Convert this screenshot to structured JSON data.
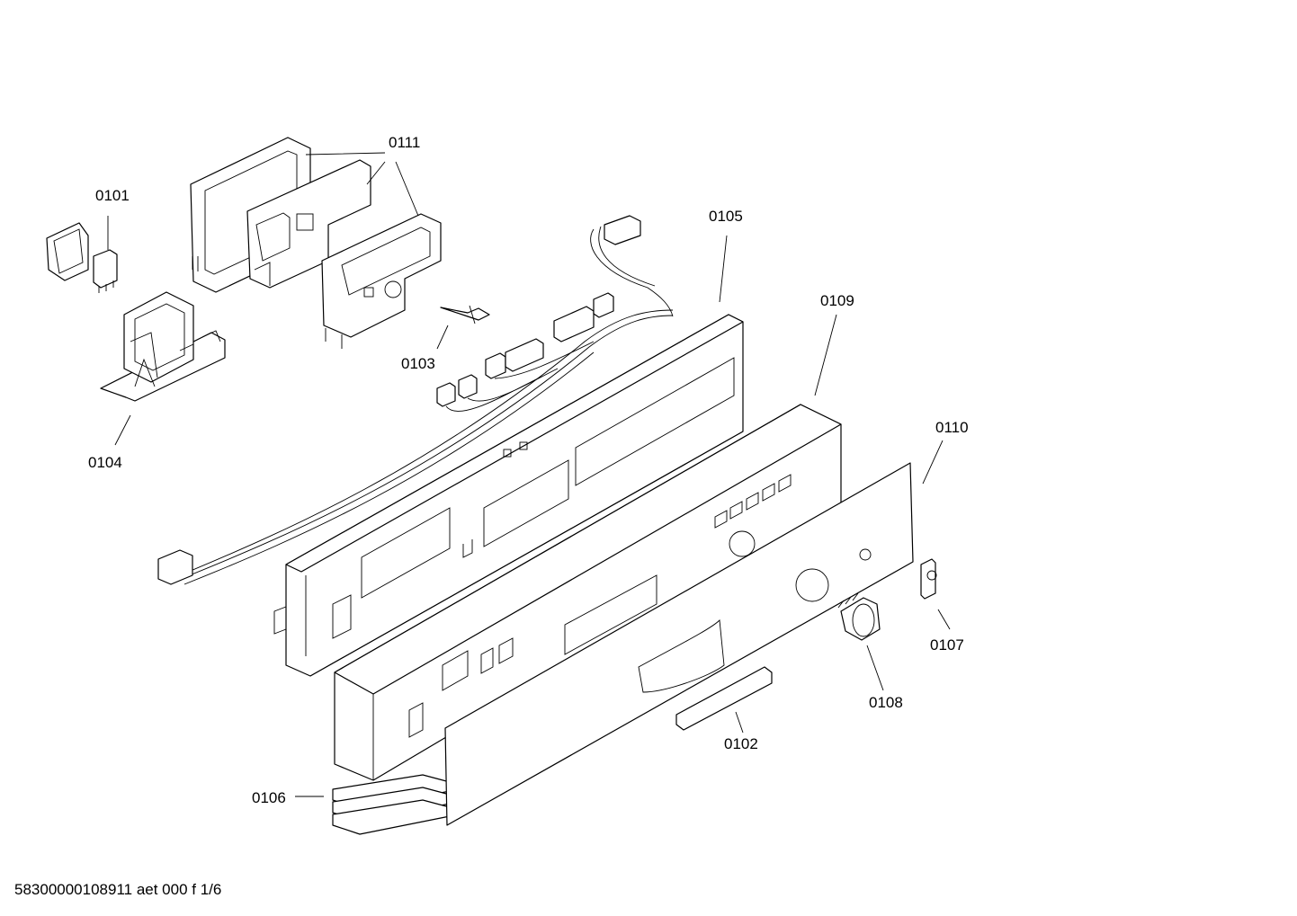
{
  "labels": {
    "p0101": "0101",
    "p0102": "0102",
    "p0103": "0103",
    "p0104": "0104",
    "p0105": "0105",
    "p0106": "0106",
    "p0107": "0107",
    "p0108": "0108",
    "p0109": "0109",
    "p0110": "0110",
    "p0111": "0111"
  },
  "footer": "58300000108911 aet 000 f 1/6"
}
